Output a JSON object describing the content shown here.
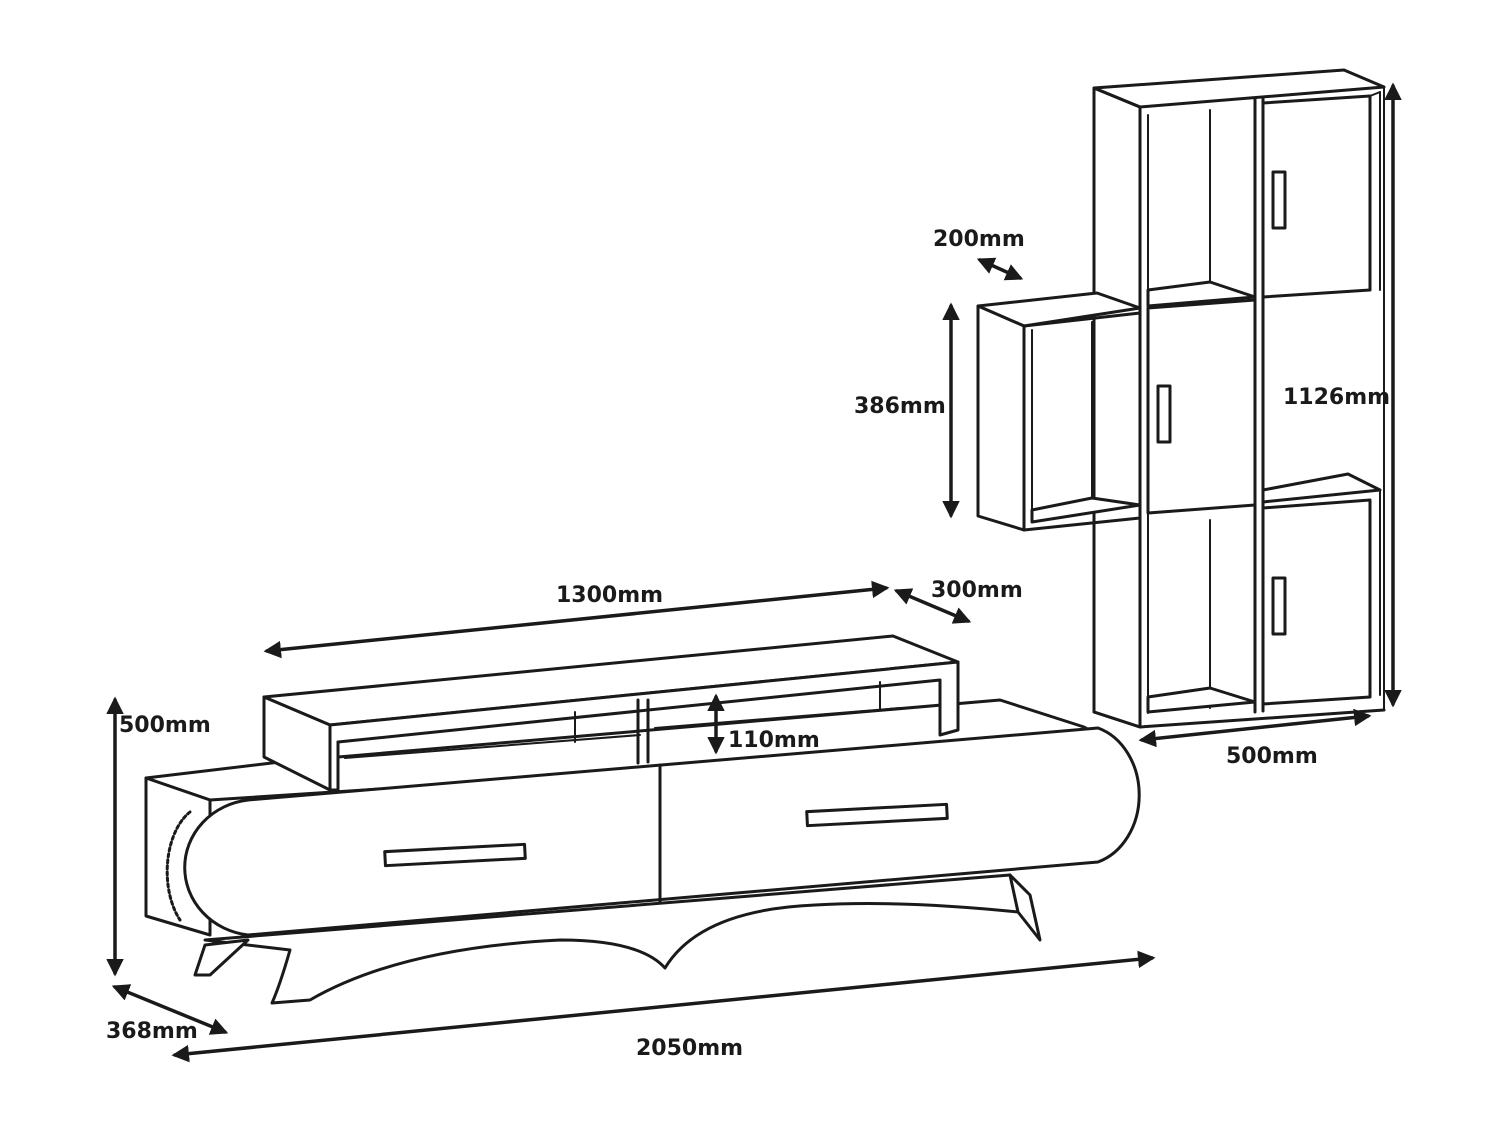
{
  "colors": {
    "ink": "#1a1a1a",
    "background": "#ffffff"
  },
  "icons": {
    "arrowhead": "arrowhead-icon",
    "handle": "handle-icon"
  },
  "dimensions": {
    "tv_unit_height": "500mm",
    "tv_unit_depth": "368mm",
    "tv_unit_width": "2050mm",
    "top_shelf_width": "1300mm",
    "top_shelf_depth": "300mm",
    "top_shelf_gap": "110mm",
    "side_shelf_depth": "200mm",
    "side_shelf_height": "386mm",
    "bookcase_height": "1126mm",
    "bookcase_width": "500mm"
  }
}
